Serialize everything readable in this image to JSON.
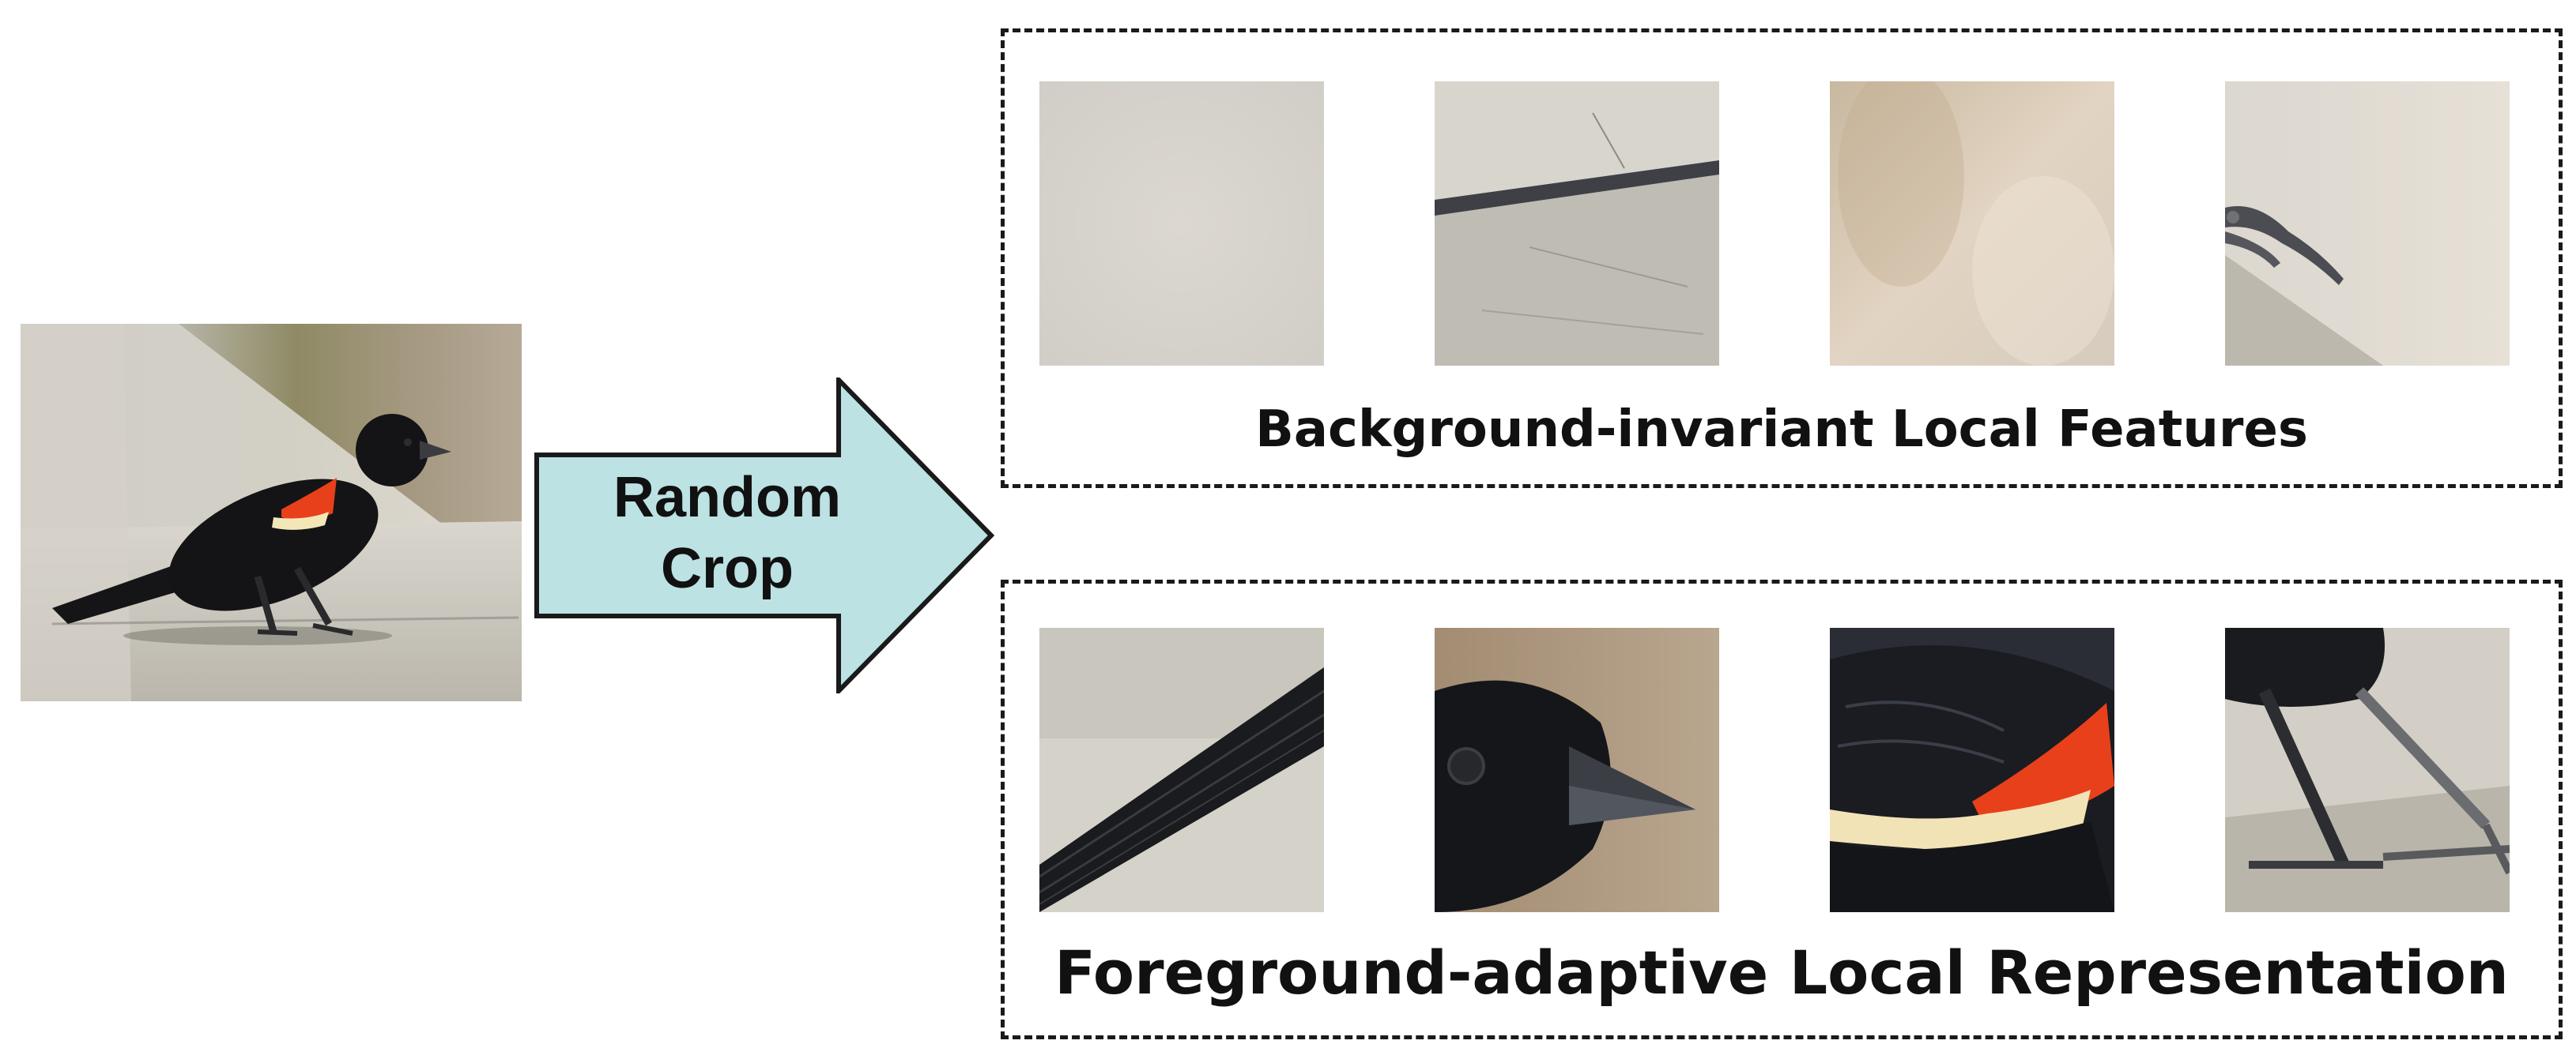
{
  "arrow": {
    "label_line1": "Random",
    "label_line2": "Crop",
    "fill": "#bce2e3",
    "stroke": "#1a1a1a"
  },
  "background_panel": {
    "caption": "Background-invariant Local Features",
    "crops": [
      {
        "name": "blurred-background-crop",
        "icon": "plain-background-patch"
      },
      {
        "name": "wood-rail-edge-crop",
        "icon": "wood-texture-patch"
      },
      {
        "name": "bokeh-background-crop",
        "icon": "bokeh-patch"
      },
      {
        "name": "claw-on-wood-crop",
        "icon": "claw-patch"
      }
    ]
  },
  "foreground_panel": {
    "caption": "Foreground-adaptive Local Representation",
    "crops": [
      {
        "name": "tail-feathers-crop",
        "icon": "tail-patch"
      },
      {
        "name": "bird-head-beak-crop",
        "icon": "head-patch"
      },
      {
        "name": "wing-epaulet-crop",
        "icon": "wing-patch"
      },
      {
        "name": "legs-feet-crop",
        "icon": "legs-patch"
      }
    ]
  },
  "colors": {
    "epaulet_red": "#e8401a",
    "epaulet_yellow": "#f3e7b8",
    "bird_black": "#141416",
    "wood": "#c9c6bd"
  }
}
